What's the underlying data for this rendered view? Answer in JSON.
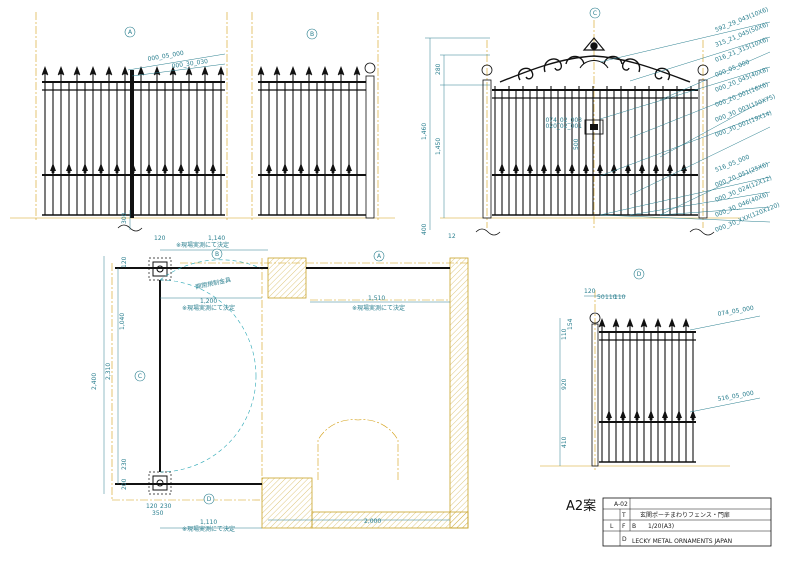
{
  "markers": {
    "elev_a": "A",
    "elev_b": "B",
    "elev_c": "C",
    "elev_d": "D",
    "plan_a": "A",
    "plan_b": "B",
    "plan_c": "C",
    "plan_d": "D"
  },
  "elevation_ab": {
    "leader_1": "000_05_000",
    "leader_2": "000_30_030",
    "dim_vertical": "300"
  },
  "elevation_c": {
    "dims_left": [
      "280",
      "1,460",
      "1,450",
      "400",
      "12"
    ],
    "center_dim": "500",
    "center_labels": [
      "074_02_003",
      "020_02_001"
    ],
    "leaders": [
      "592_29_043(10X6)",
      "315_21_045(50X6)",
      "016_21_315(10X6)",
      "000_05_000",
      "000_20_045(40X8)",
      "000_20_001(16X6)",
      "000_30_003(150X75)",
      "000_30_001(19X14)",
      "516_05_000",
      "000_20_051(25X6)",
      "000_30_024(12X12)",
      "000_30_046(40X6)",
      "000_30_XXX(120X120)"
    ]
  },
  "plan": {
    "top_dims": [
      "120",
      "1,140"
    ],
    "note_top": "※現場実測にて決定",
    "note_label": "開閉規制金具",
    "dim_1200": "1,200",
    "note_1200": "※現場実測にて決定",
    "dim_1510": "1,510",
    "note_1510": "※現場実測にて決定",
    "left_dims": [
      "2,400",
      "2,310",
      "1,040",
      "120",
      "230",
      "200"
    ],
    "bottom_dims_small": [
      "120",
      "230",
      "350"
    ],
    "dim_1110": "1,110",
    "note_1110": "※現場実測にて決定",
    "dim_2000": "2,000"
  },
  "elevation_d": {
    "top_dims": [
      "120",
      "50",
      "110",
      "110"
    ],
    "left_dims": [
      "110",
      "154",
      "920",
      "410"
    ],
    "leader_top": "074_05_000",
    "leader_mid": "516_05_000"
  },
  "title_block": {
    "sheet_label": "A2案",
    "drawing_no": "A-02",
    "drawing_title": "玄関ポーチまわりフェンス・門扉",
    "scale": "1/20(A3)",
    "company": "LECKY METAL ORNAMENTS JAPAN",
    "letters": [
      "T",
      "L",
      "F",
      "B",
      "D"
    ]
  },
  "colors": {
    "dimension": "#2a7f8f",
    "centerline": "#d4a017",
    "wall_hatch": "#c9a227",
    "iron": "#111111",
    "swing_arc": "#2aa7b5"
  }
}
